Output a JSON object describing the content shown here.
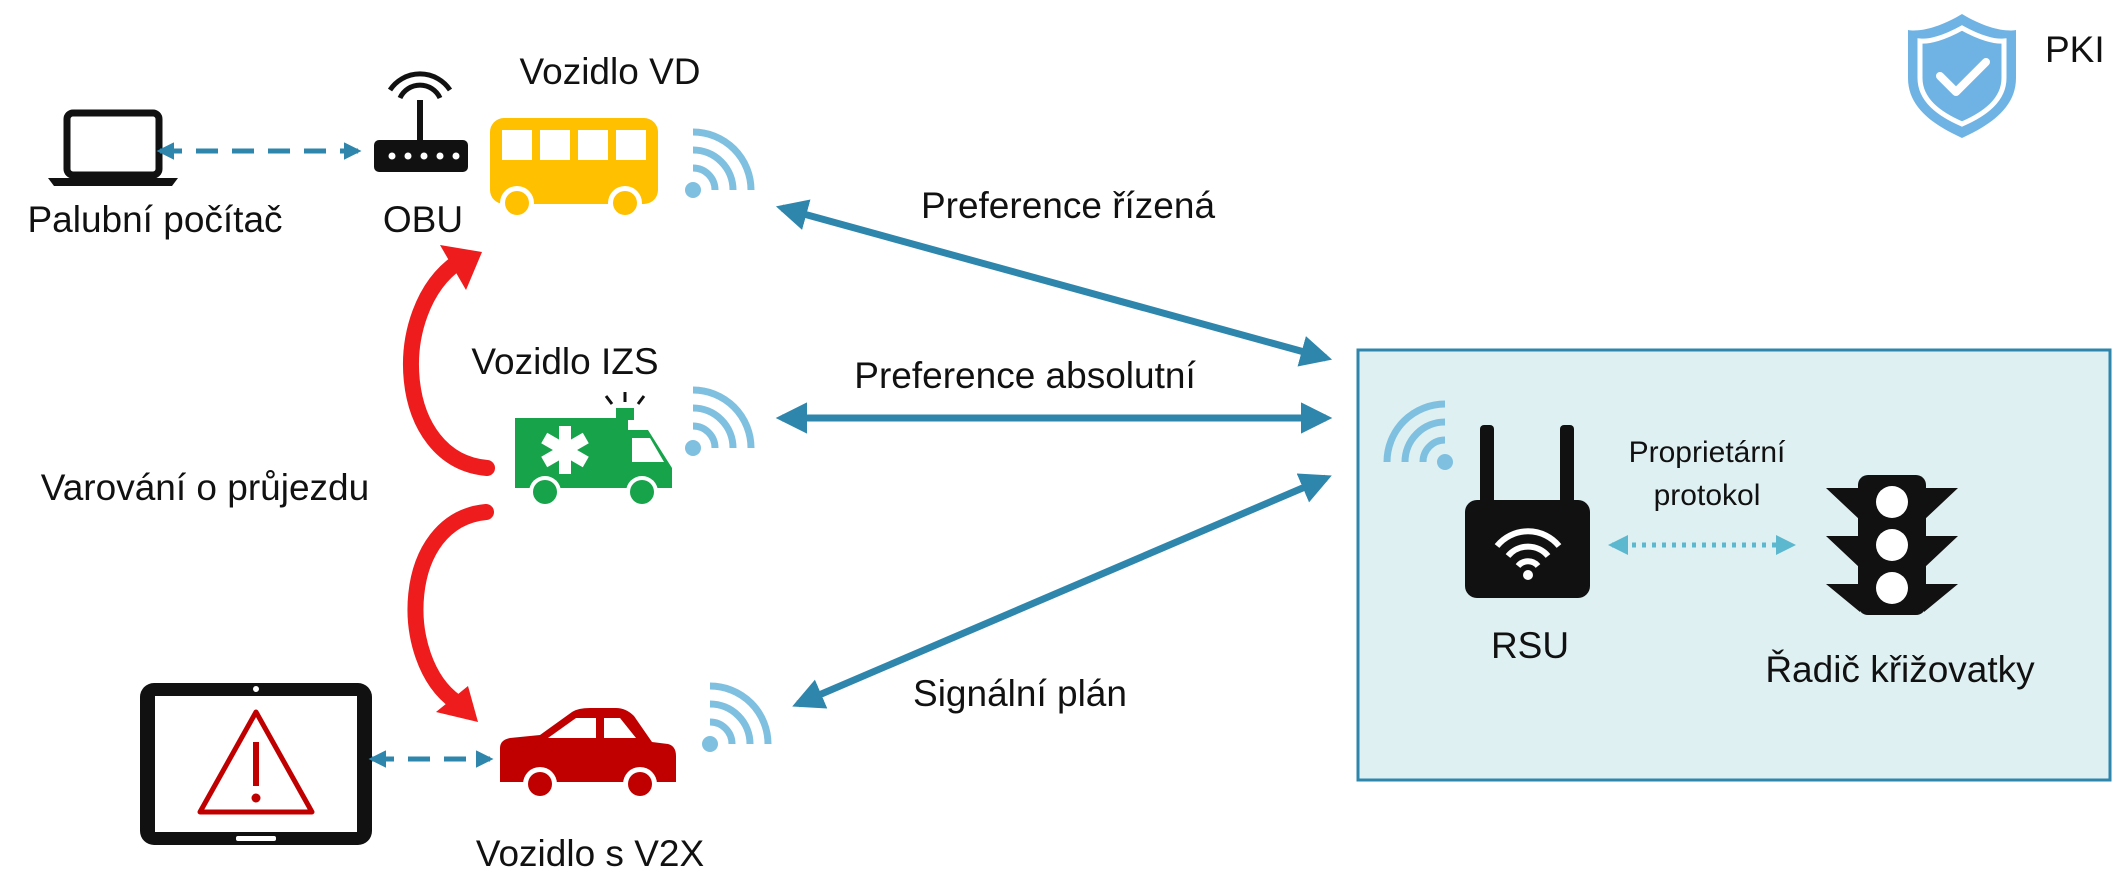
{
  "labels": {
    "pki": "PKI",
    "onboard_computer": "Palubní počítač",
    "obu": "OBU",
    "vehicle_vd": "Vozidlo VD",
    "vehicle_izs": "Vozidlo IZS",
    "vehicle_v2x": "Vozidlo s V2X",
    "passage_warning": "Varování o průjezdu",
    "rsu": "RSU",
    "intersection_controller": "Řadič křižovatky",
    "proprietary_protocol_line1": "Proprietární",
    "proprietary_protocol_line2": "protokol"
  },
  "links": {
    "controlled_preference": "Preference řízená",
    "absolute_preference": "Preference absolutní",
    "signal_plan": "Signální plán"
  },
  "colors": {
    "link_arrow": "#2e86ad",
    "bus": "#ffc000",
    "ambulance": "#16a34a",
    "car": "#c00000",
    "warning_arrow": "#ee1c1c",
    "wifi_wave": "#7fc0e0",
    "shield": "#6fb3e4",
    "intersection_box": "#dff0f3"
  },
  "icons": [
    "laptop-icon",
    "router-icon",
    "bus-icon",
    "ambulance-icon",
    "car-icon",
    "tablet-warning-icon",
    "shield-check-icon",
    "rsu-router-icon",
    "traffic-light-icon",
    "wifi-signal-icon"
  ]
}
